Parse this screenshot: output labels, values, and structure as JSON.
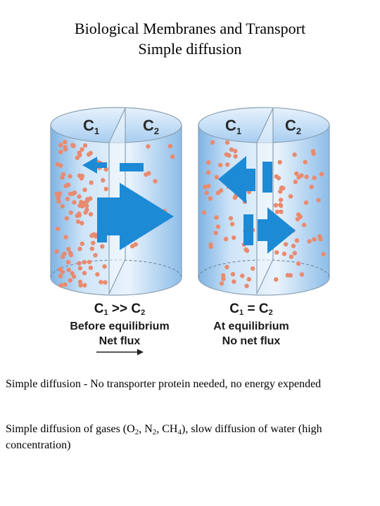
{
  "title": {
    "line1": "Biological Membranes and Transport",
    "line2": "Simple diffusion"
  },
  "diagram": {
    "left": {
      "chamber1_letter": "C",
      "chamber1_sub": "1",
      "chamber2_letter": "C",
      "chamber2_sub": "2",
      "relation": ">>",
      "state": "Before equilibrium",
      "flux": "Net flux"
    },
    "right": {
      "chamber1_letter": "C",
      "chamber1_sub": "1",
      "chamber2_letter": "C",
      "chamber2_sub": "2",
      "relation": "=",
      "state": "At equilibrium",
      "flux": "No net flux"
    },
    "colors": {
      "water_top": "#cfe3f7",
      "water_side": "#a9cdef",
      "membrane": "#e8f2fb",
      "arrow": "#1d8ad6",
      "particle": "#e98a6f"
    }
  },
  "text": {
    "p1": "Simple diffusion - No transporter protein needed, no energy expended",
    "p2_a": "Simple diffusion of gases (O",
    "p2_sub1": "2",
    "p2_b": ", N",
    "p2_sub2": "2",
    "p2_c": ", CH",
    "p2_sub3": "4",
    "p2_d": "), slow diffusion of water (high concentration)"
  }
}
